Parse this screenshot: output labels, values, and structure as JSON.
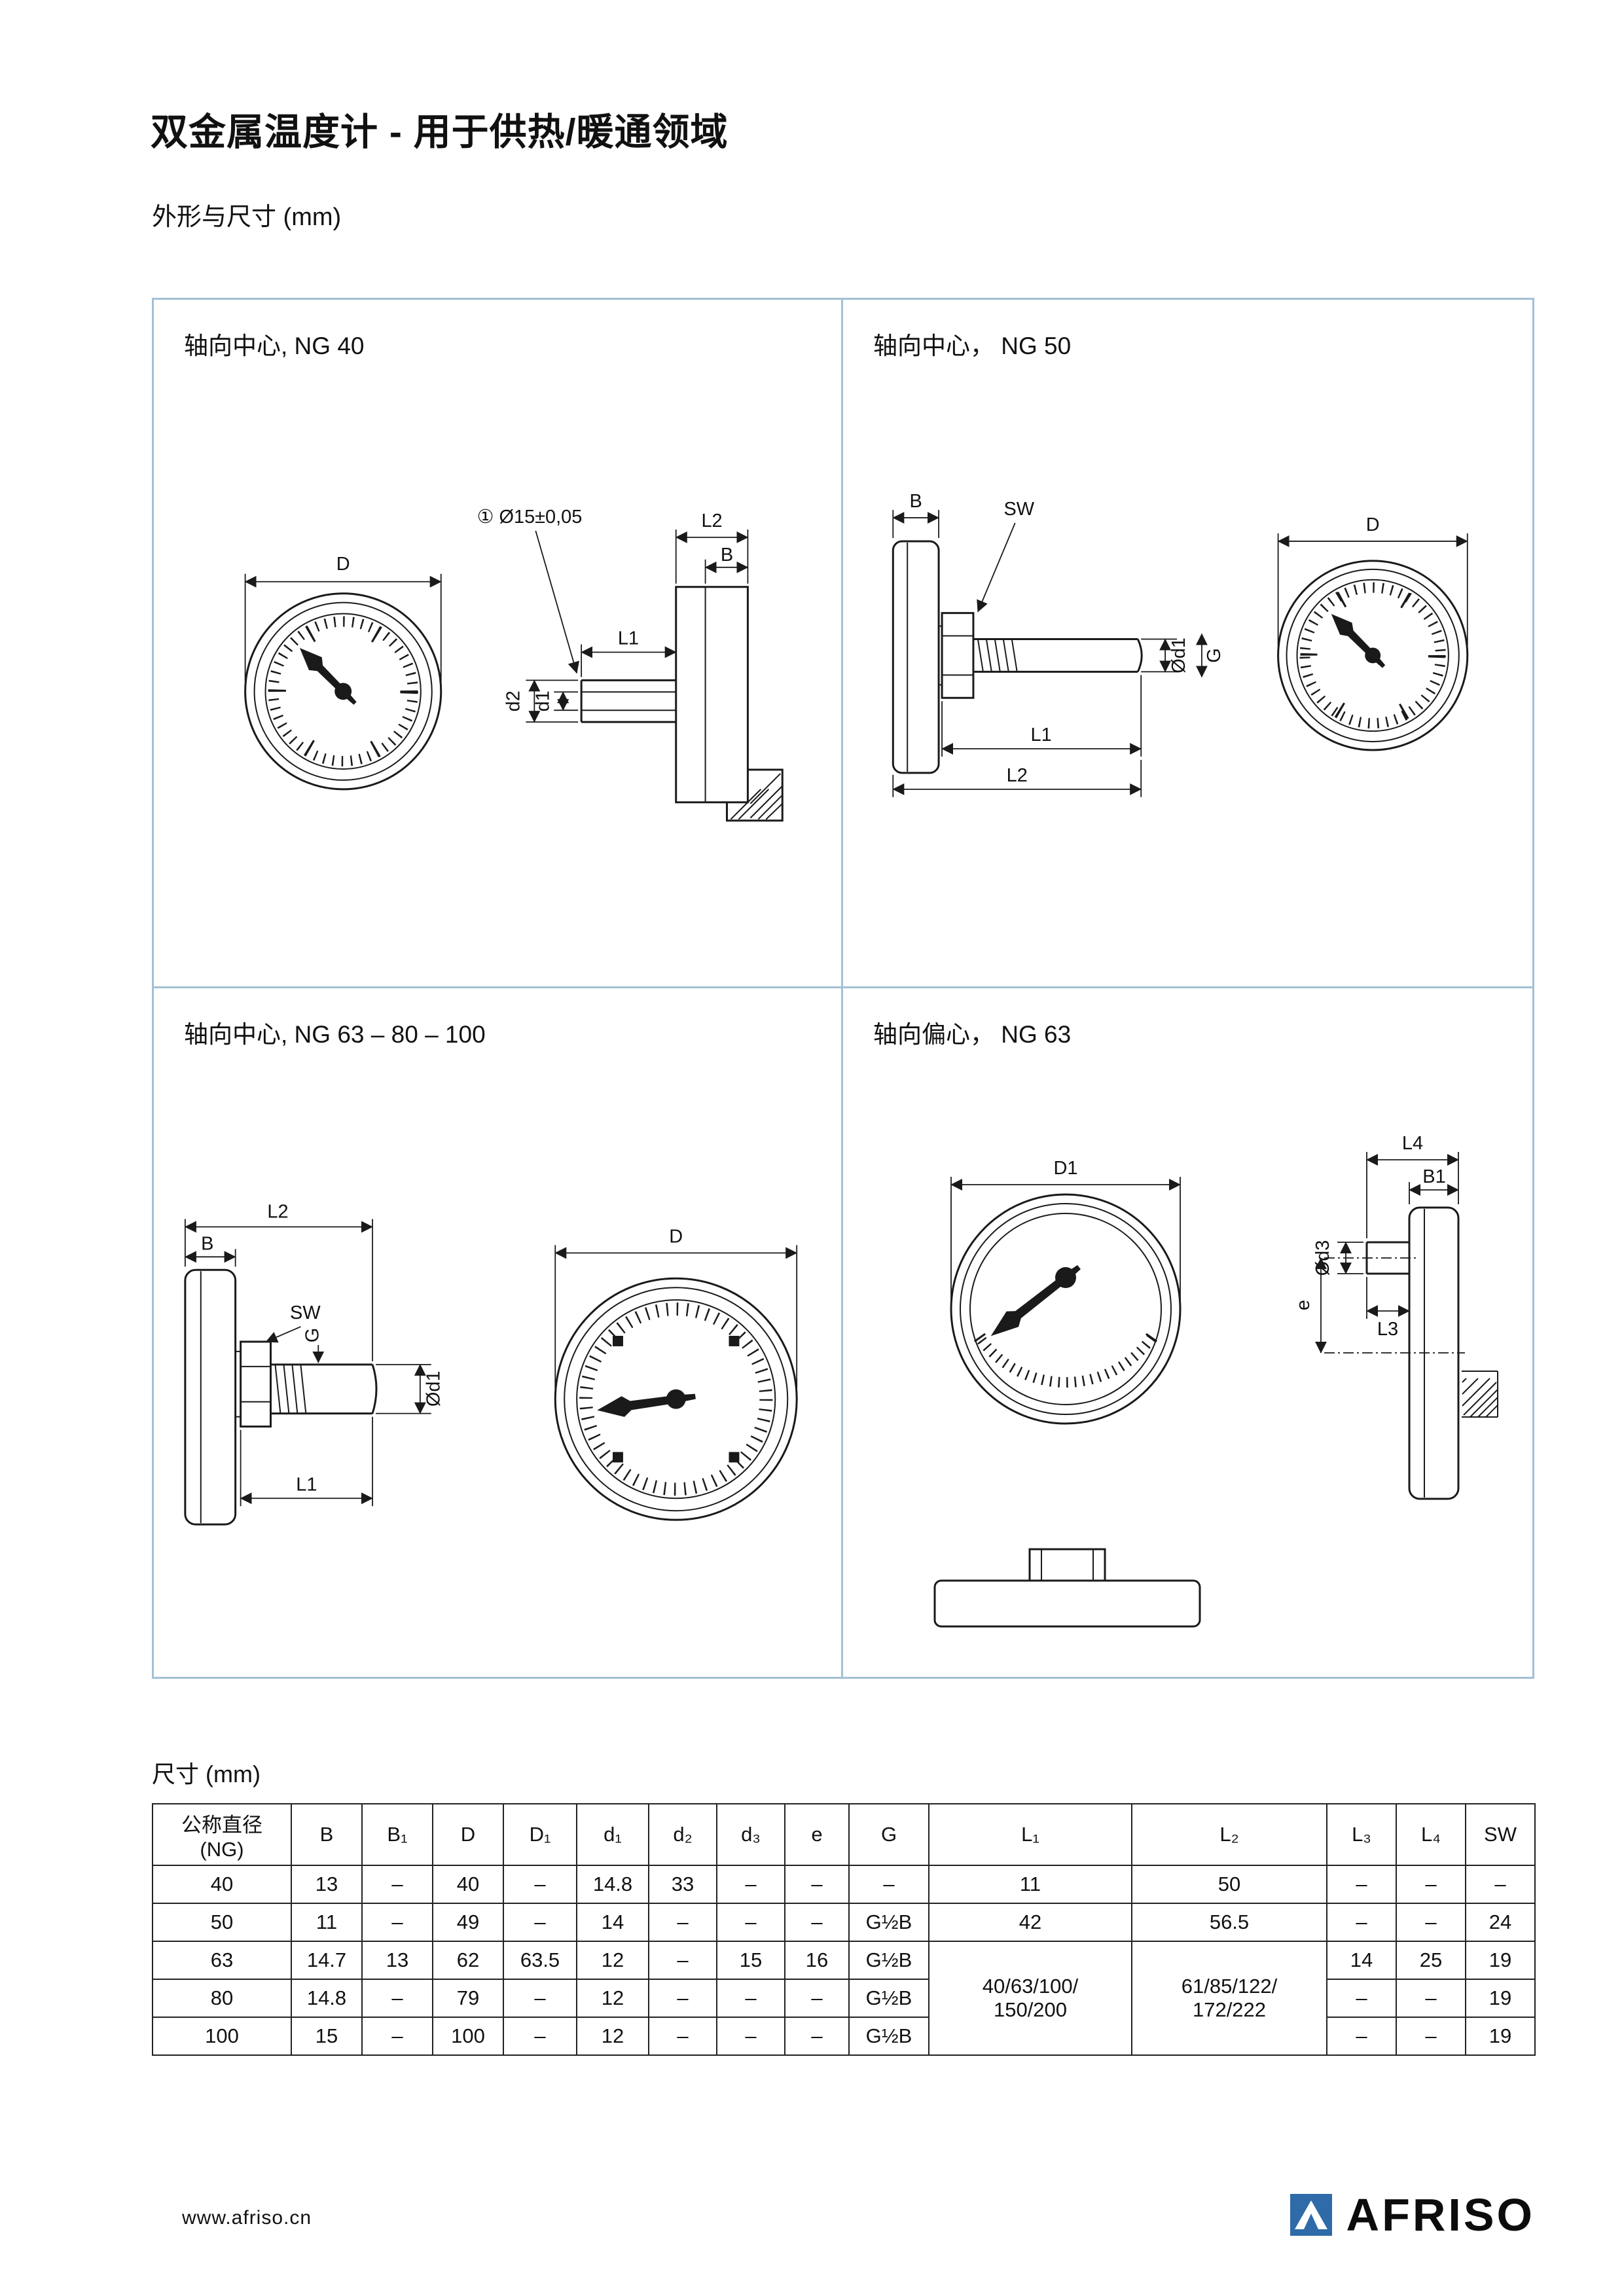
{
  "page": {
    "title": "双金属温度计 - 用于供热/暖通领域",
    "subtitle": "外形与尺寸 (mm)",
    "dims_heading": "尺寸 (mm)",
    "footer_url": "www.afriso.cn",
    "brand": "AFRISO",
    "accent_color": "#a3c0d4",
    "logo_blue": "#2e6ba8"
  },
  "drawings": {
    "q1": {
      "caption": "轴向中心, NG 40",
      "labels": {
        "D": "D",
        "note": "① Ø15±0,05",
        "L2": "L2",
        "B": "B",
        "d2": "d2",
        "d1": "d1",
        "L1": "L1"
      }
    },
    "q2": {
      "caption": "轴向中心， NG 50",
      "labels": {
        "B": "B",
        "SW": "SW",
        "Od1": "Ød1",
        "G": "G",
        "L1": "L1",
        "L2": "L2",
        "D": "D"
      }
    },
    "q3": {
      "caption": "轴向中心, NG 63 – 80 – 100",
      "labels": {
        "L2": "L2",
        "B": "B",
        "SW": "SW",
        "G": "G",
        "Od1": "Ød1",
        "L1": "L1",
        "D": "D"
      }
    },
    "q4": {
      "caption": "轴向偏心， NG 63",
      "labels": {
        "D1": "D1",
        "L4": "L4",
        "B1": "B1",
        "Od3": "Ød3",
        "e": "e",
        "L3": "L3"
      }
    }
  },
  "table": {
    "header": {
      "ng1": "公称直径",
      "ng2": "(NG)",
      "cols": [
        "B",
        "B₁",
        "D",
        "D₁",
        "d₁",
        "d₂",
        "d₃",
        "e",
        "G",
        "L₁",
        "L₂",
        "L₃",
        "L₄",
        "SW"
      ]
    },
    "rows": {
      "r40": [
        "40",
        "13",
        "–",
        "40",
        "–",
        "14.8",
        "33",
        "–",
        "–",
        "–",
        "11",
        "50",
        "–",
        "–",
        "–"
      ],
      "r50": [
        "50",
        "11",
        "–",
        "49",
        "–",
        "14",
        "–",
        "–",
        "–",
        "G½B",
        "42",
        "56.5",
        "–",
        "–",
        "24"
      ],
      "r63": [
        "63",
        "14.7",
        "13",
        "62",
        "63.5",
        "12",
        "–",
        "15",
        "16",
        "G½B",
        "14",
        "25",
        "19"
      ],
      "r80": [
        "80",
        "14.8",
        "–",
        "79",
        "–",
        "12",
        "–",
        "–",
        "–",
        "G½B",
        "–",
        "–",
        "19"
      ],
      "r100": [
        "100",
        "15",
        "–",
        "100",
        "–",
        "12",
        "–",
        "–",
        "–",
        "G½B",
        "–",
        "–",
        "19"
      ]
    },
    "merged": {
      "L1a": "40/63/100/",
      "L1b": "150/200",
      "L2a": "61/85/122/",
      "L2b": "172/222"
    }
  }
}
